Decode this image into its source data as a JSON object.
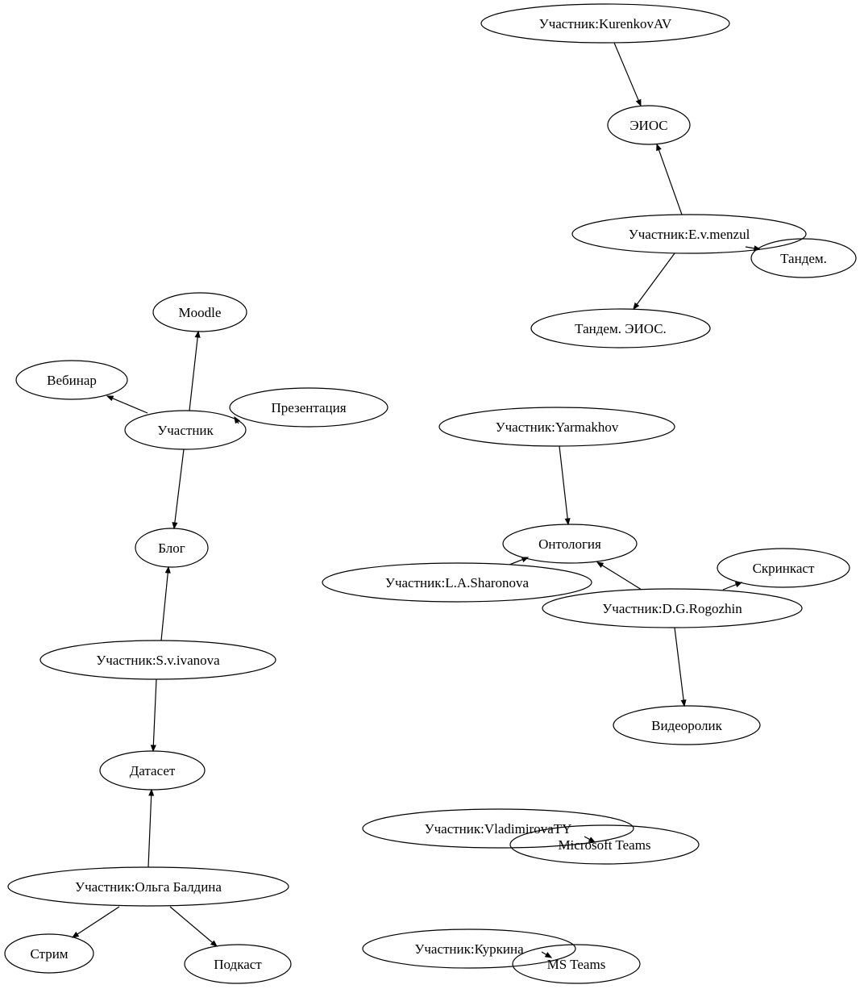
{
  "nodes": [
    {
      "id": "kurenkov",
      "label": "Участник:KurenkovAV"
    },
    {
      "id": "eios",
      "label": "ЭИОС"
    },
    {
      "id": "menzul",
      "label": "Участник:E.v.menzul"
    },
    {
      "id": "tandem",
      "label": "Тандем."
    },
    {
      "id": "tandem_eios",
      "label": "Тандем. ЭИОС."
    },
    {
      "id": "moodle",
      "label": "Moodle"
    },
    {
      "id": "webinar",
      "label": "Вебинар"
    },
    {
      "id": "presentation",
      "label": "Презентация"
    },
    {
      "id": "participant",
      "label": "Участник"
    },
    {
      "id": "blog",
      "label": "Блог"
    },
    {
      "id": "yarmakhov",
      "label": "Участник:Yarmakhov"
    },
    {
      "id": "ontology",
      "label": "Онтология"
    },
    {
      "id": "sharonova",
      "label": "Участник:L.A.Sharonova"
    },
    {
      "id": "screencast",
      "label": "Скринкаст"
    },
    {
      "id": "rogozhin",
      "label": "Участник:D.G.Rogozhin"
    },
    {
      "id": "video",
      "label": "Видеоролик"
    },
    {
      "id": "ivanova",
      "label": "Участник:S.v.ivanova"
    },
    {
      "id": "dataset",
      "label": "Датасет"
    },
    {
      "id": "baldina",
      "label": "Участник:Ольга Балдина"
    },
    {
      "id": "stream",
      "label": "Стрим"
    },
    {
      "id": "podcast",
      "label": "Подкаст"
    },
    {
      "id": "vladimirova",
      "label": "Участник:VladimirovaTY"
    },
    {
      "id": "msteams_full",
      "label": "Microsoft Teams"
    },
    {
      "id": "kurkina",
      "label": "Участник:Куркина"
    },
    {
      "id": "msteams",
      "label": "MS Teams"
    }
  ],
  "edges": [
    {
      "from": "kurenkov",
      "to": "eios"
    },
    {
      "from": "menzul",
      "to": "eios"
    },
    {
      "from": "menzul",
      "to": "tandem"
    },
    {
      "from": "menzul",
      "to": "tandem_eios"
    },
    {
      "from": "participant",
      "to": "moodle"
    },
    {
      "from": "participant",
      "to": "webinar"
    },
    {
      "from": "participant",
      "to": "presentation"
    },
    {
      "from": "participant",
      "to": "blog"
    },
    {
      "from": "ivanova",
      "to": "blog"
    },
    {
      "from": "ivanova",
      "to": "dataset"
    },
    {
      "from": "baldina",
      "to": "dataset"
    },
    {
      "from": "baldina",
      "to": "stream"
    },
    {
      "from": "baldina",
      "to": "podcast"
    },
    {
      "from": "yarmakhov",
      "to": "ontology"
    },
    {
      "from": "sharonova",
      "to": "ontology"
    },
    {
      "from": "rogozhin",
      "to": "ontology"
    },
    {
      "from": "rogozhin",
      "to": "screencast"
    },
    {
      "from": "rogozhin",
      "to": "video"
    },
    {
      "from": "vladimirova",
      "to": "msteams_full"
    },
    {
      "from": "kurkina",
      "to": "msteams"
    }
  ]
}
